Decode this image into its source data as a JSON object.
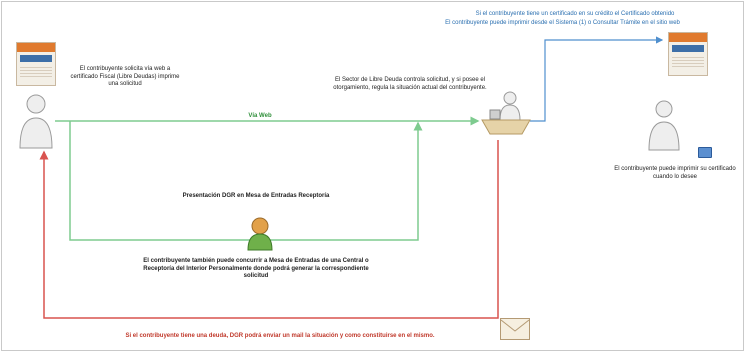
{
  "texts": {
    "top_note_1": "Si el contribuyente tiene un certificado en su crédito el Certificado obtenido",
    "top_note_2": "El contribuyente puede imprimir desde el Sistema (1) o Consultar Trámite en el sitio web",
    "left_note": "El contribuyente solicita vía web a certificado Fiscal (Libre Deudas) imprime una solicitud",
    "via_web": "Vía Web",
    "center_note": "El Sector de Libre Deuda controla solicitud, y si posee el otorgamiento, regula la situación actual del contribuyente.",
    "agency_title": "Presentación DGR en Mesa de Entradas Receptoría",
    "agency_note": "El contribuyente también puede concurrir a Mesa de Entradas de una Central o Receptoría del Interior Personalmente donde podrá generar la correspondiente solicitud",
    "right_note": "El contribuyente puede imprimir su certificado cuando lo desee",
    "bottom_note": "Si el contribuyente tiene una deuda, DGR podrá enviar un mail la situación y como constituirse en el mismo."
  },
  "colors": {
    "green_line": "#7ecb8f",
    "blue_line": "#4f8fce",
    "red_line": "#d9534f",
    "border": "#c9c9c9"
  },
  "icons": [
    "user-icon",
    "document-icon",
    "agency-person-icon",
    "office-desk-icon",
    "computer-icon",
    "envelope-icon"
  ]
}
